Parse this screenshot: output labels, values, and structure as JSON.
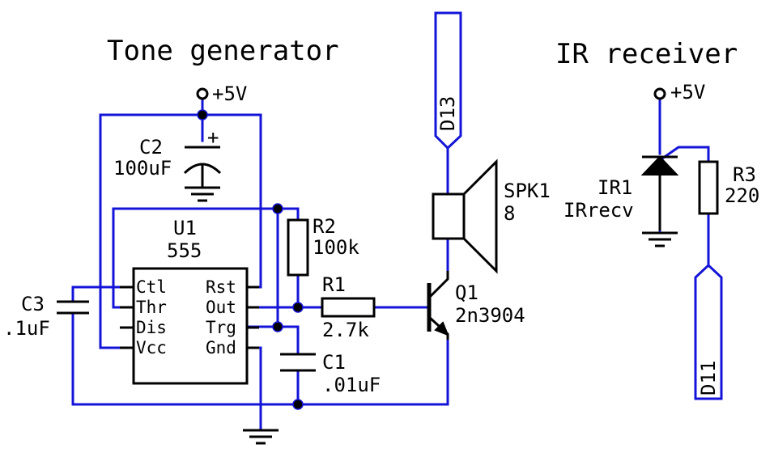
{
  "titles": {
    "tone": "Tone generator",
    "ir": "IR receiver"
  },
  "power": {
    "left": "+5V",
    "right": "+5V"
  },
  "components": {
    "c2": {
      "ref": "C2",
      "value": "100uF",
      "polarity": "+"
    },
    "u1": {
      "ref": "U1",
      "value": "555",
      "pins_left": [
        "Ctl",
        "Thr",
        "Dis",
        "Vcc"
      ],
      "pins_right": [
        "Rst",
        "Out",
        "Trg",
        "Gnd"
      ]
    },
    "r2": {
      "ref": "R2",
      "value": "100k"
    },
    "r1": {
      "ref": "R1",
      "value": "2.7k"
    },
    "c3": {
      "ref": "C3",
      "value": ".1uF"
    },
    "c1": {
      "ref": "C1",
      "value": ".01uF"
    },
    "q1": {
      "ref": "Q1",
      "value": "2n3904"
    },
    "spk1": {
      "ref": "SPK1",
      "value": "8"
    },
    "ir1": {
      "ref": "IR1",
      "value": "IRrecv"
    },
    "r3": {
      "ref": "R3",
      "value": "220"
    }
  },
  "ports": {
    "d13": "D13",
    "d11": "D11"
  },
  "colors": {
    "wire": "#1414d8",
    "part": "#000000",
    "background": "#ffffff"
  }
}
